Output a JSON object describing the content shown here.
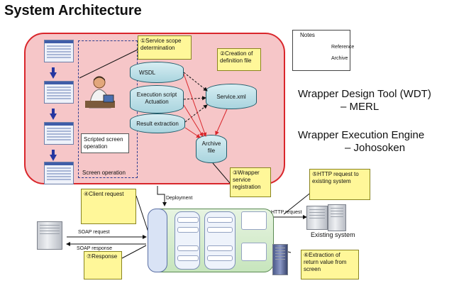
{
  "title": "System Architecture",
  "notes": {
    "heading": "Notes",
    "reference": "Reference",
    "archive": "Archive"
  },
  "callouts": {
    "c1": "①Service scope determination",
    "c2": "②Creation of definition file",
    "c3": "③Wrapper service registration",
    "c4": "④Client request",
    "c5": "⑤HTTP request to existing system",
    "c6": "⑥Extraction of return value from screen",
    "c7": "⑦Response"
  },
  "nodes": {
    "wsdl": "WSDL",
    "exec1": "Execution script",
    "exec2": "Actuation",
    "result": "Result extraction",
    "service": "Service.xml",
    "archive1": "Archive",
    "archive2": "file",
    "scripted1": "Scripted screen",
    "scripted2": "operation",
    "screen_op": "Screen operation"
  },
  "tools": {
    "wdt1": "Wrapper Design Tool (WDT)",
    "wdt2": "– MERL",
    "wee1": "Wrapper Execution Engine",
    "wee2": "– Johosoken"
  },
  "flow": {
    "deployment": "Deployment",
    "http_request": "HTTP request",
    "soap_request": "SOAP request",
    "soap_response": "SOAP response",
    "existing_system": "Existing system"
  },
  "colors": {
    "frame_fill": "#f6c6c8",
    "frame_border": "#d9262b",
    "callout": "#fff799",
    "screen_op_border": "#2b3c8f",
    "archive_arrow": "#d9262b"
  }
}
